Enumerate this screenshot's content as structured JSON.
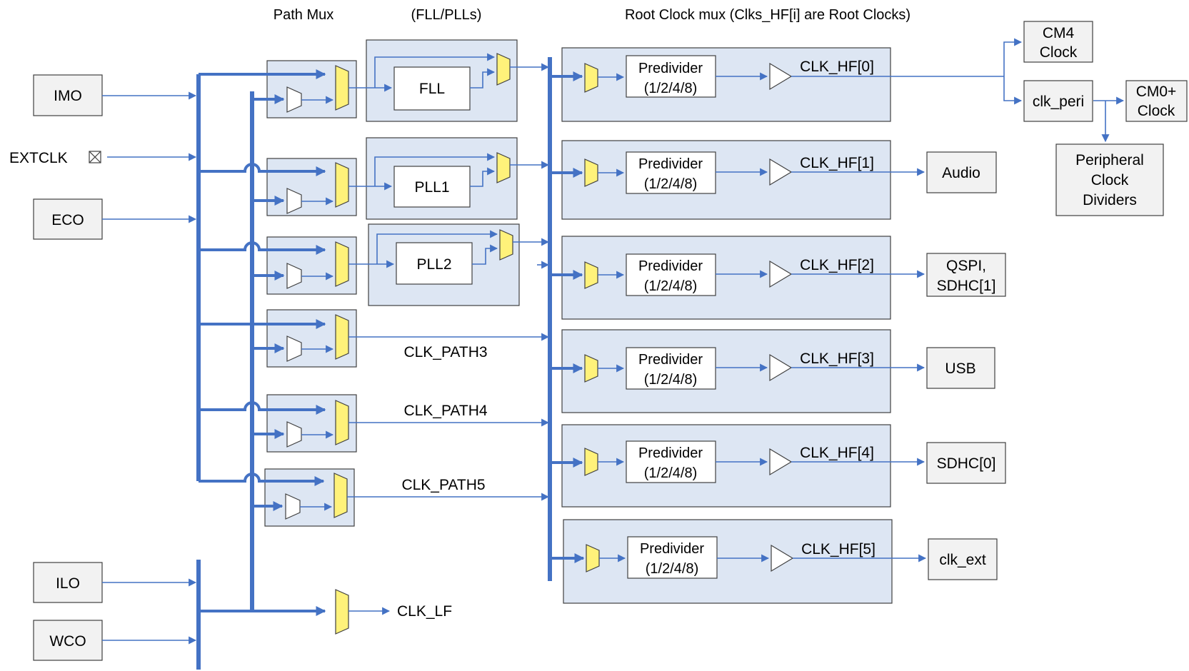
{
  "headers": {
    "path_mux": "Path Mux",
    "fll_plls": "(FLL/PLLs)",
    "root_mux": "Root Clock mux (Clks_HF[i] are Root  Clocks)"
  },
  "sources": {
    "imo": "IMO",
    "extclk": "EXTCLK",
    "extclk_icon": "x-box-icon",
    "eco": "ECO",
    "ilo": "ILO",
    "wco": "WCO"
  },
  "plls": {
    "fll": "FLL",
    "pll1": "PLL1",
    "pll2": "PLL2"
  },
  "paths": {
    "path3": "CLK_PATH3",
    "path4": "CLK_PATH4",
    "path5": "CLK_PATH5",
    "lf": "CLK_LF"
  },
  "root": {
    "predivider_line1": "Predivider",
    "predivider_line2": "(1/2/4/8)",
    "hf": [
      "CLK_HF[0]",
      "CLK_HF[1]",
      "CLK_HF[2]",
      "CLK_HF[3]",
      "CLK_HF[4]",
      "CLK_HF[5]"
    ]
  },
  "outputs": {
    "cm4": [
      "CM4",
      "Clock"
    ],
    "clk_peri": "clk_peri",
    "cm0": [
      "CM0+",
      "Clock"
    ],
    "peripheral": [
      "Peripheral",
      "Clock",
      "Dividers"
    ],
    "audio": "Audio",
    "qspi": [
      "QSPI,",
      "SDHC[1]"
    ],
    "usb": "USB",
    "sdhc0": "SDHC[0]",
    "clk_ext": "clk_ext"
  },
  "colors": {
    "line": "#4472c4",
    "mux": "#fff27a",
    "group": "#dde6f3",
    "box": "#f2f2f2"
  }
}
